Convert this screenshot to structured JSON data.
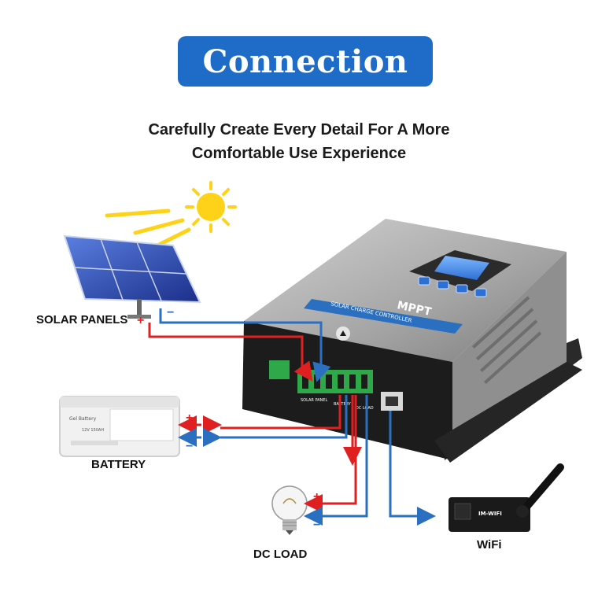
{
  "title": "Connection",
  "subtitle": {
    "line1": "Carefully Create Every Detail For A More",
    "line2": "Comfortable Use Experience"
  },
  "components": {
    "solar_panels": "SOLAR PANELS",
    "battery": "BATTERY",
    "dc_load": "DC LOAD",
    "wifi": "WiFi"
  },
  "controller": {
    "brand_text": "MPPT",
    "sub_text": "SOLAR CHARGE CONTROLLER",
    "terminal_labels": [
      "SOLAR PANEL",
      "BATTERY",
      "DC LOAD"
    ]
  },
  "battery_device": {
    "name": "Gel Battery",
    "spec": "12V 150AH"
  },
  "wifi_device": {
    "text": "IM-WIFI"
  },
  "polarity": {
    "positive": "+",
    "negative": "−"
  },
  "colors": {
    "title_bg": "#1f6cc8",
    "positive_wire": "#e02020",
    "negative_wire": "#2a6fc0",
    "controller_body": "#9a9a9a",
    "controller_front": "#1c1c1c"
  },
  "icons": [
    "sun-icon",
    "solar-panel-icon",
    "battery-icon",
    "light-bulb-icon",
    "wifi-module-icon",
    "charge-controller-icon"
  ]
}
